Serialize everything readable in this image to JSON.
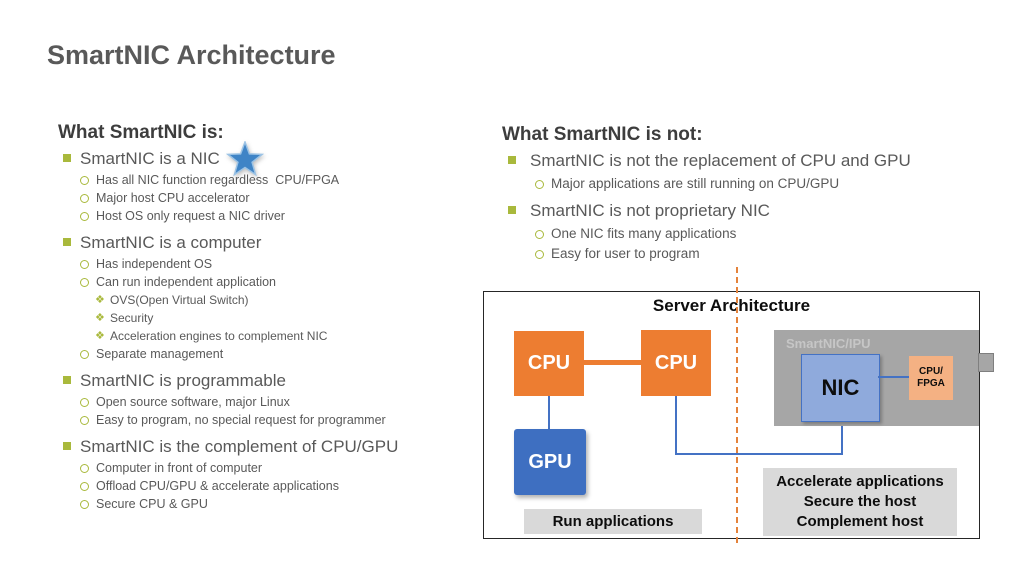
{
  "slide_title": "SmartNIC Architecture",
  "left_column": {
    "heading": "What SmartNIC is:",
    "items": [
      {
        "level": 1,
        "text": "SmartNIC is a NIC",
        "star": true
      },
      {
        "level": 2,
        "text": "Has all NIC function regardless  CPU/FPGA"
      },
      {
        "level": 2,
        "text": "Major host CPU accelerator"
      },
      {
        "level": 2,
        "text": "Host OS only request a NIC driver"
      },
      {
        "level": 1,
        "text": "SmartNIC is a computer"
      },
      {
        "level": 2,
        "text": "Has independent OS"
      },
      {
        "level": 2,
        "text": "Can run independent application"
      },
      {
        "level": 3,
        "text": "OVS(Open Virtual Switch)"
      },
      {
        "level": 3,
        "text": "Security"
      },
      {
        "level": 3,
        "text": "Acceleration engines to complement NIC"
      },
      {
        "level": 2,
        "text": "Separate management"
      },
      {
        "level": 1,
        "text": "SmartNIC is programmable"
      },
      {
        "level": 2,
        "text": "Open source software, major Linux"
      },
      {
        "level": 2,
        "text": "Easy to program, no special request for programmer"
      },
      {
        "level": 1,
        "text": "SmartNIC is the complement of CPU/GPU"
      },
      {
        "level": 2,
        "text": "Computer in front of computer"
      },
      {
        "level": 2,
        "text": "Offload CPU/GPU & accelerate applications"
      },
      {
        "level": 2,
        "text": "Secure CPU & GPU"
      }
    ]
  },
  "right_column": {
    "heading": "What SmartNIC is not:",
    "items": [
      {
        "level": 1,
        "text": "SmartNIC is not the replacement of CPU and GPU"
      },
      {
        "level": 2,
        "text": "Major applications are still running on CPU/GPU"
      },
      {
        "level": 1,
        "text": "SmartNIC is not proprietary NIC"
      },
      {
        "level": 2,
        "text": "One NIC fits many applications"
      },
      {
        "level": 2,
        "text": "Easy for user to program"
      }
    ]
  },
  "diagram": {
    "title": "Server Architecture",
    "cpu1_label": "CPU",
    "cpu2_label": "CPU",
    "gpu_label": "GPU",
    "smartnic_group_label": "SmartNIC/IPU",
    "nic_label": "NIC",
    "cpu_fpga_label": "CPU/\nFPGA",
    "run_applications_label": "Run applications",
    "smartnic_benefits_label": "Accelerate applications\nSecure the host\nComplement host",
    "colors": {
      "cpu_orange": "#ED7D31",
      "gpu_blue": "#3E6FC1",
      "nic_fill": "#8FAADC",
      "nic_border": "#4472C4",
      "cpu_fpga_fill": "#F4B183",
      "smartnic_gray": "#A6A6A6",
      "label_box_gray": "#D9D9D9",
      "divider_orange": "#E4833C",
      "connector_blue": "#4472C4",
      "bullet_green": "#A9B93C",
      "title_gray": "#595959"
    }
  }
}
